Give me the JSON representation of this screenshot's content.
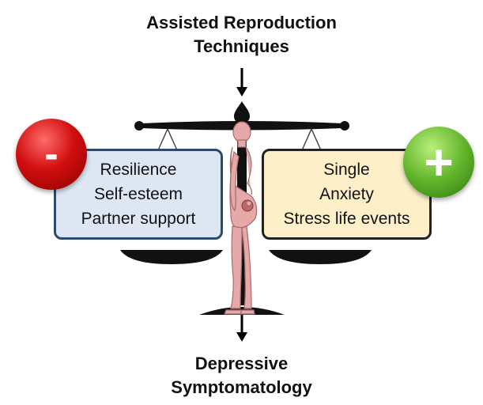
{
  "top_title": {
    "line1": "Assisted Reproduction",
    "line2": "Techniques"
  },
  "bottom_title": {
    "line1": "Depressive",
    "line2": "Symptomatology"
  },
  "negative_box": {
    "sign": "-",
    "items": [
      "Resilience",
      "Self-esteem",
      "Partner support"
    ]
  },
  "positive_box": {
    "sign": "+",
    "items": [
      "Single",
      "Anxiety",
      "Stress life events"
    ]
  },
  "colors": {
    "negative_box_fill": "#dde7f4",
    "negative_box_border": "#2f4a68",
    "positive_box_fill": "#fdf0c8",
    "minus_badge": "#d10f0f",
    "plus_badge": "#62b52b",
    "figure": "#e5a9a9"
  }
}
